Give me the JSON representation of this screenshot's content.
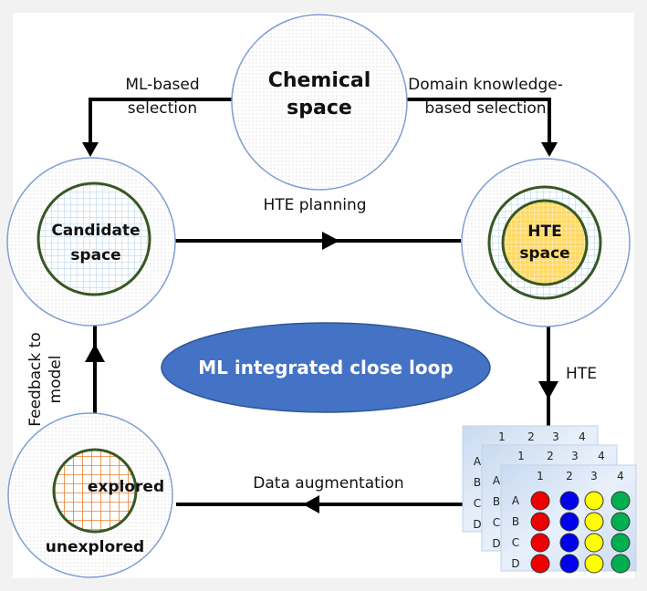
{
  "diagram": {
    "nodes": {
      "chemical_space": {
        "line1": "Chemical",
        "line2": "space"
      },
      "candidate_space": {
        "line1": "Candidate",
        "line2": "space"
      },
      "hte_space": {
        "line1": "HTE",
        "line2": "space"
      },
      "explored": {
        "inner": "explored",
        "outer": "unexplored"
      }
    },
    "center_label": "ML integrated close loop",
    "edges": {
      "ml_selection": {
        "line1": "ML-based",
        "line2": "selection"
      },
      "domain_selection": {
        "line1": "Domain knowledge-",
        "line2": "based selection"
      },
      "hte_planning": "HTE planning",
      "hte": "HTE",
      "data_augmentation": "Data augmentation",
      "feedback": {
        "line1": "Feedback to",
        "line2": "model"
      }
    },
    "well_plate": {
      "columns": [
        "1",
        "2",
        "3",
        "4"
      ],
      "rows": [
        "A",
        "B",
        "C",
        "D"
      ],
      "well_colors": [
        "#ee0000",
        "#0000ee",
        "#ffff00",
        "#00b050"
      ]
    },
    "colors": {
      "ellipse": "#4472c4",
      "outer_circle_stroke": "#7f9fcf",
      "inner_ring": "#385723",
      "candidate_grid": "#bdd7ee",
      "hte_fill": "#ffd966",
      "explored_grid": "#ed7d31"
    }
  }
}
